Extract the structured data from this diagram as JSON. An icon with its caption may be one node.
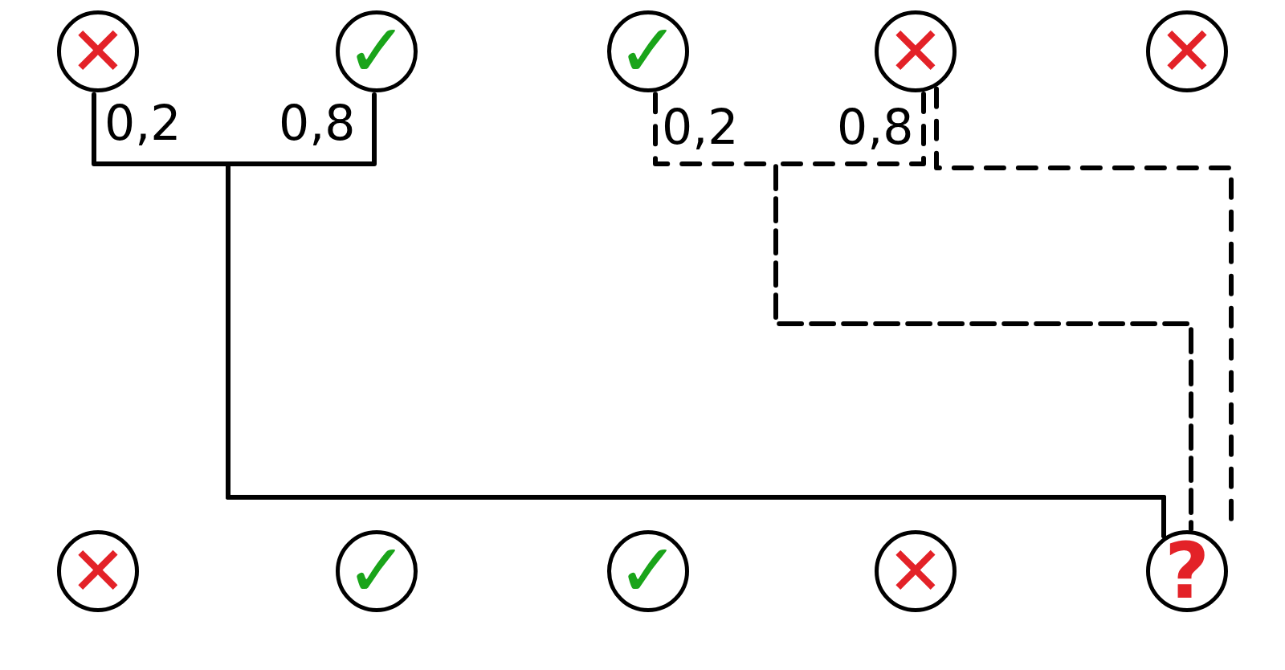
{
  "diagram": {
    "nodes": [
      {
        "text": [
          "✕"
        ]
      },
      {
        "text": [
          "✓"
        ]
      },
      {
        "text": [
          "✓"
        ]
      },
      {
        "text": [
          "✕"
        ]
      },
      {
        "text": [
          "✕"
        ]
      },
      {
        "text": [
          "✕"
        ]
      },
      {
        "text": [
          "✓"
        ]
      },
      {
        "text": [
          "✓"
        ]
      },
      {
        "text": [
          "✕"
        ]
      },
      {
        "text": [
          "?"
        ]
      }
    ],
    "edges": [
      {
        "from": 0,
        "to": 9,
        "arrow": "none",
        "label": "0,2"
      },
      {
        "from": 1,
        "to": 9,
        "arrow": "none",
        "label": "0,8"
      },
      {
        "from": 2,
        "to": 9,
        "arrow": "none",
        "label": "0,2",
        "style": "dashed"
      },
      {
        "from": 3,
        "to": 9,
        "arrow": "none",
        "label": "0,8",
        "style": "dashed"
      },
      {
        "from": 3,
        "to": 9,
        "arrow": "none",
        "style": "dashed"
      }
    ]
  }
}
